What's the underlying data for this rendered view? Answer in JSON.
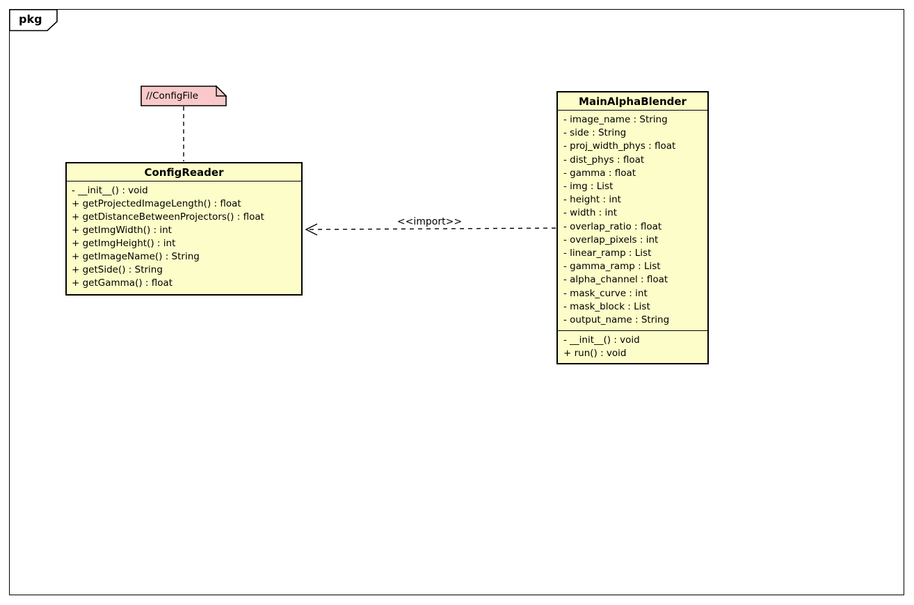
{
  "package": {
    "label": "pkg"
  },
  "note": {
    "text": "//ConfigFile"
  },
  "classes": {
    "config_reader": {
      "title": "ConfigReader",
      "methods": [
        "- __init__() : void",
        "+ getProjectedImageLength() : float",
        "+ getDistanceBetweenProjectors() : float",
        "+ getImgWidth() : int",
        "+ getImgHeight() : int",
        "+ getImageName() : String",
        "+ getSide() : String",
        "+ getGamma() : float"
      ]
    },
    "main_alpha_blender": {
      "title": "MainAlphaBlender",
      "attributes": [
        "- image_name : String",
        "- side : String",
        "- proj_width_phys : float",
        "- dist_phys : float",
        "- gamma : float",
        "- img : List",
        "- height : int",
        "- width : int",
        "- overlap_ratio : float",
        "- overlap_pixels : int",
        "- linear_ramp : List",
        "- gamma_ramp : List",
        "- alpha_channel : float",
        "- mask_curve : int",
        "- mask_block : List",
        "- output_name : String"
      ],
      "methods": [
        "- __init__() : void",
        "+ run() : void"
      ]
    }
  },
  "connectors": {
    "import_label": "<<import>>"
  },
  "colors": {
    "class_fill": "#FDFDC9",
    "note_fill": "#F9C9C9",
    "border": "#000000",
    "background": "#FFFFFF"
  }
}
